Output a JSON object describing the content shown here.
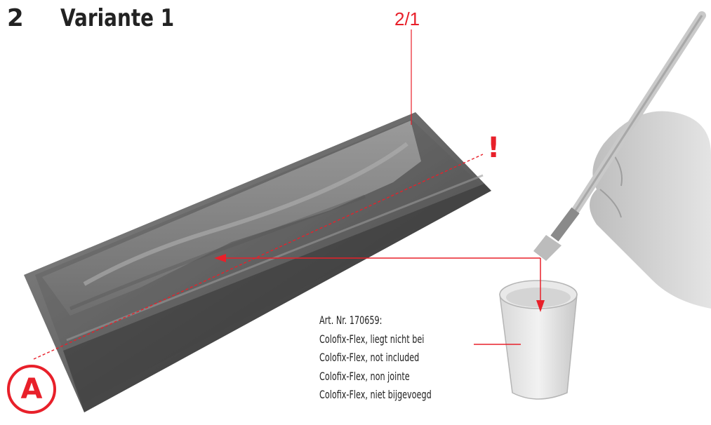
{
  "header": {
    "step_number": "2",
    "title": "Variante 1"
  },
  "figure": {
    "part_ref": "2/1",
    "warning_mark": "!",
    "marker": "A"
  },
  "caption": {
    "article": "Art. Nr. 170659:",
    "lines": [
      "Colofix-Flex, liegt nicht bei",
      "Colofix-Flex, not included",
      "Colofix-Flex, non jointe",
      "Colofix-Flex, niet bijgevoegd"
    ]
  },
  "colors": {
    "accent_red": "#e8202a",
    "text": "#222222"
  }
}
